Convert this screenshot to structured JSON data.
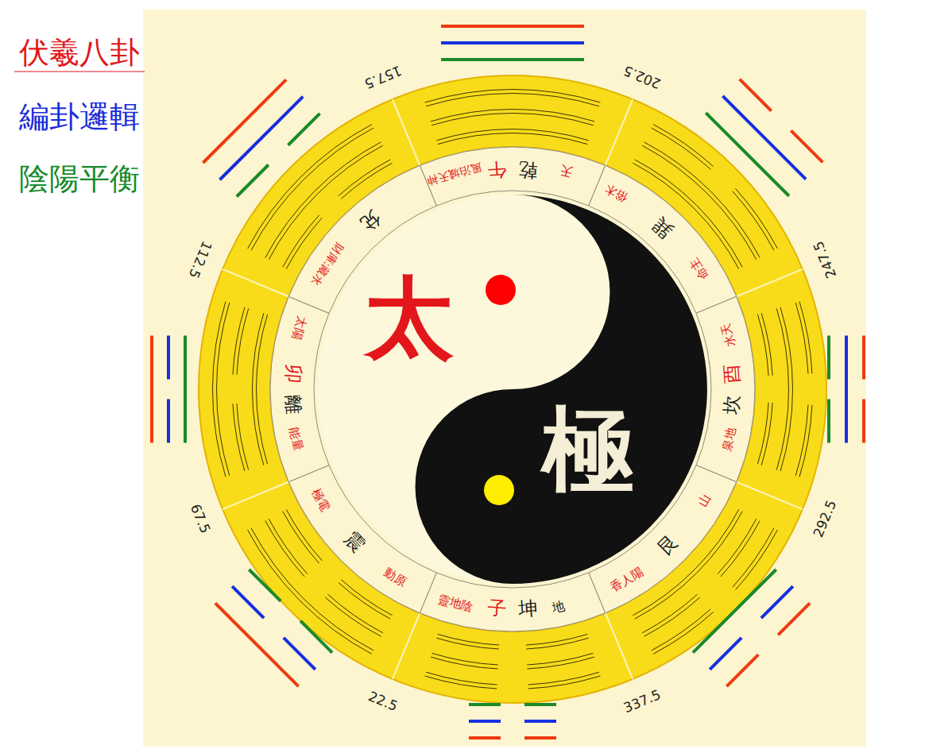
{
  "diagram": {
    "nodes": [
      {
        "text": [
          "天",
          "乾",
          "午",
          "風泊城天神"
        ]
      },
      {
        "text": [
          "俗木",
          "巽",
          "命主"
        ]
      },
      {
        "text": [
          "水天",
          "酉",
          "坎",
          "泉地"
        ]
      },
      {
        "text": [
          "山",
          "艮",
          "香人陽"
        ]
      },
      {
        "text": [
          "地",
          "坤",
          "子",
          "靈地陰"
        ]
      },
      {
        "text": [
          "動原",
          "震",
          "極電"
        ]
      },
      {
        "text": [
          "太陽",
          "卯",
          "離",
          "能量"
        ]
      },
      {
        "text": [
          "財庫:藏水",
          "兌"
        ]
      },
      {
        "text": [
          "太",
          "極"
        ]
      }
    ],
    "labels": [
      "伏羲八卦",
      "編卦邏輯",
      "陰陽平衡",
      "157.5",
      "202.5",
      "247.5",
      "292.5",
      "337.5",
      "22.5",
      "67.5",
      "112.5"
    ]
  }
}
